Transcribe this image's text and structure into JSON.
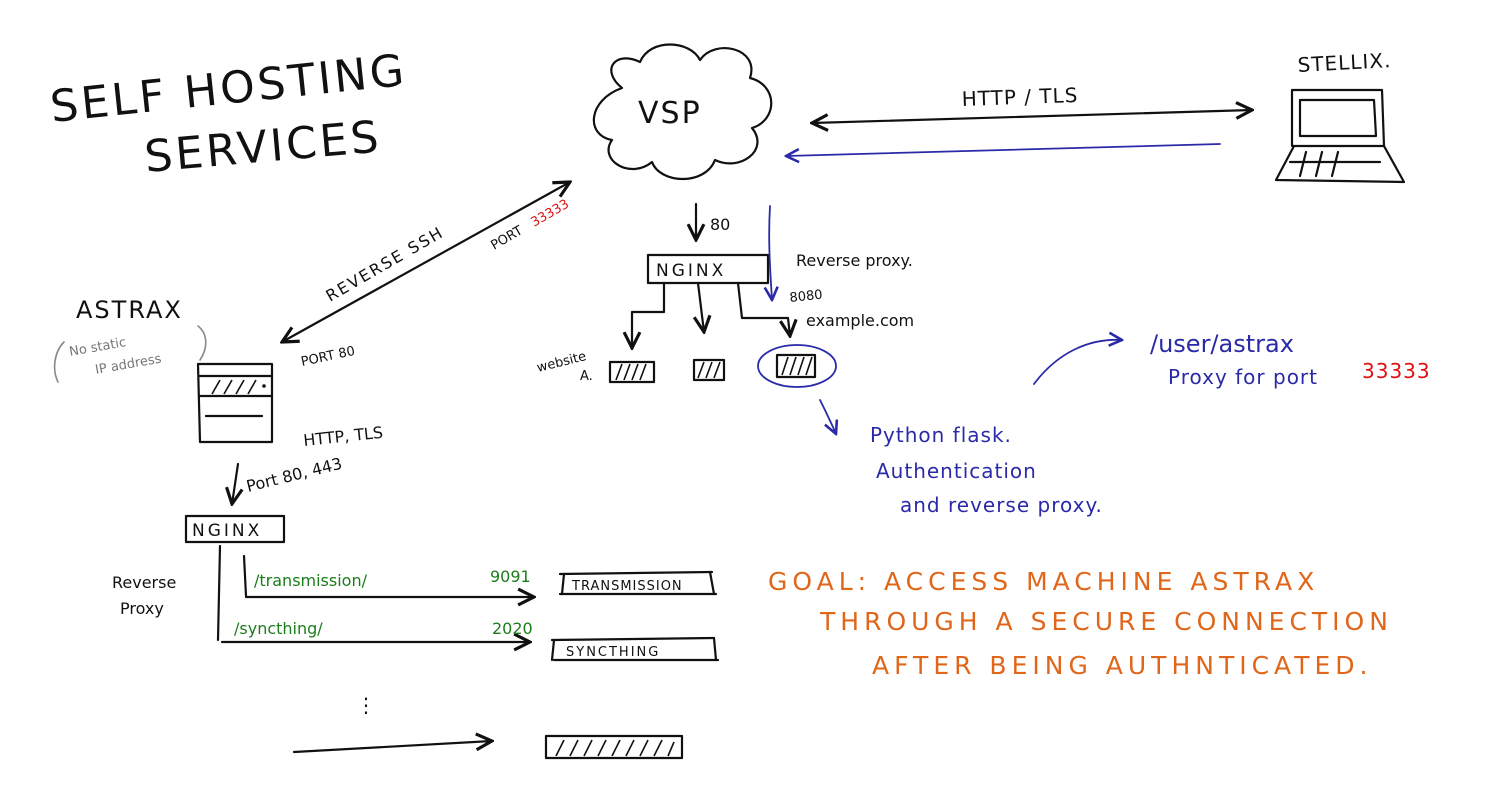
{
  "title": {
    "line1": "SELF HOSTING",
    "line2": "SERVICES"
  },
  "vsp": {
    "label": "VSP",
    "port_down": "80",
    "nginx_label": "NGINX",
    "reverse_proxy_label": "Reverse proxy.",
    "port_8080": "8080",
    "example_domain": "example.com",
    "website_label_1": "website",
    "website_label_2": "A."
  },
  "stellix": {
    "label": "STELLIX.",
    "connection_label": "HTTP / TLS"
  },
  "tunnel": {
    "label": "REVERSE SSH",
    "port_prefix": "PORT",
    "port_remote": "33333",
    "port_local": "PORT 80"
  },
  "astrax": {
    "label": "ASTRAX",
    "note_line1": "No static",
    "note_line2": "IP address",
    "http_label": "HTTP, TLS",
    "port_label": "Port 80, 443",
    "nginx_label": "NGINX",
    "reverse_proxy_line1": "Reverse",
    "reverse_proxy_line2": "Proxy",
    "routes": [
      {
        "path": "/transmission/",
        "port": "9091",
        "service": "TRANSMISSION"
      },
      {
        "path": "/syncthing/",
        "port": "2020",
        "service": "SYNCTHING"
      }
    ],
    "ellipsis": "⋮"
  },
  "flask": {
    "line1": "Python flask.",
    "line2": "Authentication",
    "line3": "and reverse proxy."
  },
  "user_path": {
    "path": "/user/astrax",
    "proxy_text": "Proxy for port",
    "port": "33333"
  },
  "goal": {
    "line1": "GOAL:  ACCESS  MACHINE  ASTRAX",
    "line2": "THROUGH  A  SECURE  CONNECTION",
    "line3": "AFTER  BEING  AUTHNTICATED."
  },
  "colors": {
    "ink": "#111111",
    "blue": "#2a2aa8",
    "green": "#1b7d1b",
    "red": "#e01010",
    "orange": "#e0661a",
    "gray": "#777777"
  }
}
